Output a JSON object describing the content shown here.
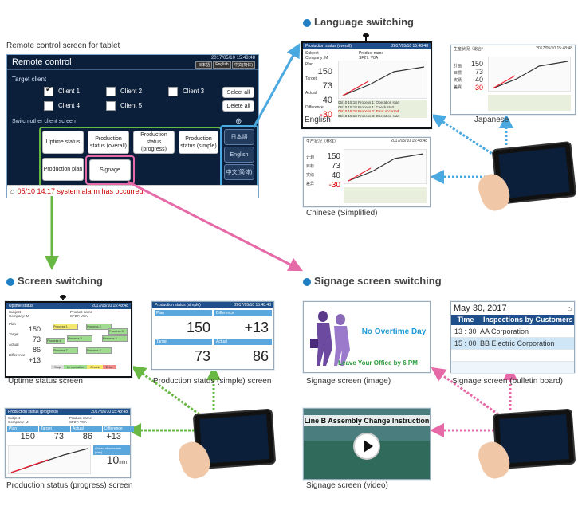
{
  "remote": {
    "caption": "Remote control screen for tablet",
    "title": "Remote control",
    "datetime": "2017/05/10 15:48:48",
    "tabs": [
      "日本語",
      "English",
      "中文(简体)"
    ],
    "target_client_label": "Target client",
    "clients": [
      "Client 1",
      "Client 2",
      "Client 3",
      "Client 4",
      "Client 5"
    ],
    "client1_checked": true,
    "select_all": "Select all",
    "delete_all": "Delete all",
    "switch_label": "Switch other client screen",
    "screen_buttons": [
      "Uptime status",
      "Production status (overall)",
      "Production status (progress)",
      "Production status (simple)",
      "Production plan",
      "Signage"
    ],
    "lang_buttons": [
      "日本語",
      "English",
      "中文(简体)"
    ],
    "status_message": "05/10 14:17 system alarm has occurred."
  },
  "sections": {
    "language": "Language switching",
    "screen": "Screen switching",
    "signage": "Signage screen switching"
  },
  "lang_screens": {
    "english": {
      "caption": "English",
      "title": "Production status (overall)",
      "date": "2017/05/10 15:48:48",
      "subject": "Subject",
      "company": "Company: M",
      "product": "Product name",
      "product_val": "SF27: V8A",
      "labels": [
        "Plan",
        "Target",
        "Actual",
        "Difference"
      ],
      "values": [
        "150",
        "73",
        "40",
        "-30"
      ],
      "log": [
        "05/10 15:18 Process 1: Operation start",
        "05/10 15:18 Process 1: Check start",
        "05/10 15:18 Process 2: Error occurred",
        "05/10 15:18 Process 3: Operation start"
      ]
    },
    "japanese": {
      "caption": "Japanese",
      "title": "生産状況（総合）",
      "labels": [
        "計画",
        "目標",
        "実績",
        "差異"
      ],
      "values": [
        "150",
        "73",
        "40",
        "-30"
      ]
    },
    "chinese": {
      "caption": "Chinese (Simplified)",
      "title": "生产状况（整体）",
      "labels": [
        "计划",
        "目标",
        "实绩",
        "差异"
      ],
      "values": [
        "150",
        "73",
        "40",
        "-30"
      ]
    }
  },
  "screen_switching": {
    "uptime": {
      "caption": "Uptime status screen",
      "title": "Uptime status",
      "date": "2017/05/10 15:48:48",
      "subject": "Subject",
      "company": "Company: M",
      "product": "Product name",
      "product_val": "SF27: V8A",
      "labels": [
        "Plan",
        "Target",
        "Actual",
        "Difference"
      ],
      "values": [
        "150",
        "73",
        "86",
        "+13"
      ],
      "processes": [
        "Process 1",
        "Process 2",
        "Process 3",
        "Process 4",
        "Process 5",
        "Process 6",
        "Process 7",
        "Process 8"
      ],
      "legend": [
        "Stop",
        "In operation",
        "Check",
        "Error"
      ]
    },
    "simple": {
      "caption": "Production status (simple) screen",
      "title": "Production status (simple)",
      "date": "2017/05/10 15:48:48",
      "labels": [
        "Plan",
        "Difference",
        "Target",
        "Actual"
      ],
      "values": [
        "150",
        "+13",
        "73",
        "86"
      ]
    },
    "progress": {
      "caption": "Production status (progress) screen",
      "title": "Production status (progress)",
      "date": "2017/05/10 15:48:48",
      "subject": "Subject",
      "company": "Company: M",
      "product": "Product name",
      "product_val": "SF27: V8A",
      "labels": [
        "Plan",
        "Target",
        "Actual",
        "Difference"
      ],
      "values": [
        "150",
        "73",
        "86",
        "+13"
      ],
      "ahead_label": "Ahead of schedule (min)",
      "ahead_value": "10",
      "ahead_unit": "min"
    }
  },
  "signage": {
    "image": {
      "caption": "Signage screen (image)",
      "headline": "No Overtime Day",
      "sub": "Leave Your Office by 6 PM"
    },
    "bulletin": {
      "caption": "Signage screen (bulletin board)",
      "date": "May 30, 2017",
      "col_time": "Time",
      "col_title": "Inspections by Customers",
      "rows": [
        {
          "time": "13 : 30",
          "text": "AA Corporation"
        },
        {
          "time": "15 : 00",
          "text": "BB Electric Corporation"
        }
      ]
    },
    "video": {
      "caption": "Signage screen (video)",
      "headline": "Line B Assembly Change Instruction"
    }
  },
  "colors": {
    "accent_blue": "#1f7fc4",
    "arrow_blue": "#4aa9e0",
    "arrow_green": "#6ab844",
    "arrow_pink": "#e76aa8",
    "navy": "#0b1f3a"
  }
}
